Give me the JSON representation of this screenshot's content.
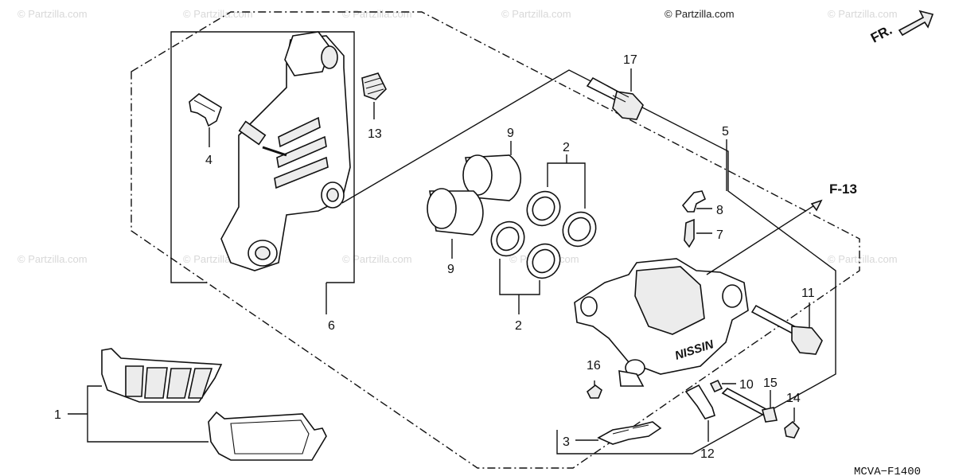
{
  "copyright": "© Partzilla.com",
  "watermark_text": "© Partzilla.com",
  "direction_marker": "FR.",
  "reference_label": "F-13",
  "diagram_code": "MCVA−F1400",
  "caliper_brand": "NISSIN",
  "callouts": {
    "c1": "1",
    "c2a": "2",
    "c2b": "2",
    "c3": "3",
    "c4": "4",
    "c5": "5",
    "c6": "6",
    "c7": "7",
    "c8": "8",
    "c9a": "9",
    "c9b": "9",
    "c10": "10",
    "c11": "11",
    "c12": "12",
    "c13": "13",
    "c14": "14",
    "c15": "15",
    "c16": "16",
    "c17": "17"
  },
  "colors": {
    "line": "#111111",
    "watermark": "#d8d8d8",
    "background": "#ffffff"
  }
}
